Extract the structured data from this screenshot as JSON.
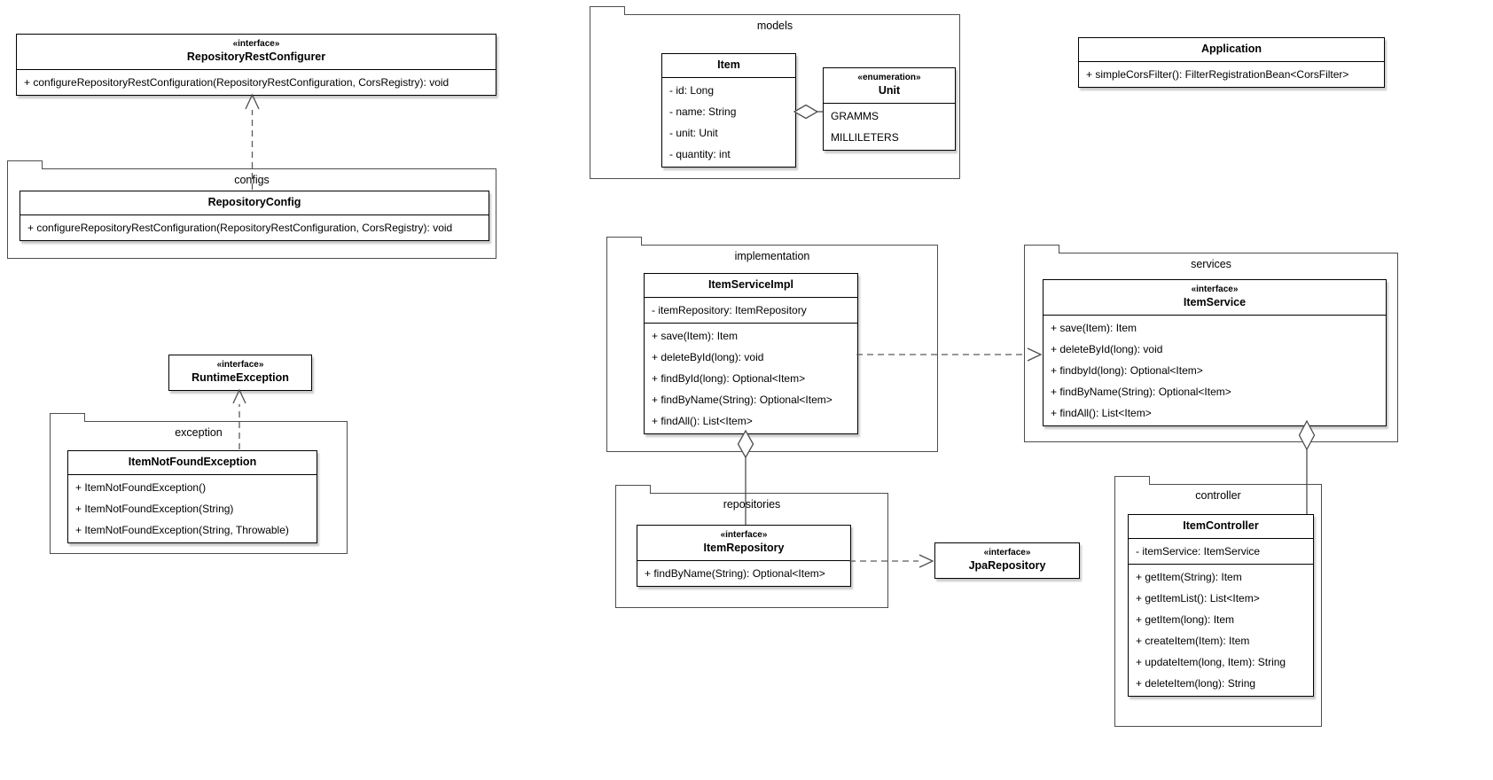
{
  "colors": {
    "background": "#ffffff",
    "class_border": "#000000",
    "package_border": "#4d4d4d",
    "edge": "#5a5a5a"
  },
  "packages": {
    "configs": {
      "label": "configs"
    },
    "exception": {
      "label": "exception"
    },
    "models": {
      "label": "models"
    },
    "implementation": {
      "label": "implementation"
    },
    "services": {
      "label": "services"
    },
    "repositories": {
      "label": "repositories"
    },
    "controller": {
      "label": "controller"
    }
  },
  "classes": {
    "repositoryRestConfigurer": {
      "stereotype": "«interface»",
      "name": "RepositoryRestConfigurer",
      "methods": [
        "+ configureRepositoryRestConfiguration(RepositoryRestConfiguration, CorsRegistry): void"
      ]
    },
    "repositoryConfig": {
      "name": "RepositoryConfig",
      "methods": [
        "+ configureRepositoryRestConfiguration(RepositoryRestConfiguration, CorsRegistry): void"
      ]
    },
    "runtimeException": {
      "stereotype": "«interface»",
      "name": "RuntimeException"
    },
    "itemNotFoundException": {
      "name": "ItemNotFoundException",
      "methods": [
        "+ ItemNotFoundException()",
        "+ ItemNotFoundException(String)",
        "+ ItemNotFoundException(String, Throwable)"
      ]
    },
    "item": {
      "name": "Item",
      "attributes": [
        "- id: Long",
        "- name: String",
        "- unit: Unit",
        "- quantity: int"
      ]
    },
    "unit": {
      "stereotype": "«enumeration»",
      "name": "Unit",
      "values": [
        "GRAMMS",
        "MILLILETERS"
      ]
    },
    "application": {
      "name": "Application",
      "methods": [
        "+ simpleCorsFilter(): FilterRegistrationBean<CorsFilter>"
      ]
    },
    "itemServiceImpl": {
      "name": "ItemServiceImpl",
      "attributes": [
        "- itemRepository: ItemRepository"
      ],
      "methods": [
        "+ save(Item): Item",
        "+ deleteById(long): void",
        "+ findById(long): Optional<Item>",
        "+ findByName(String): Optional<Item>",
        "+ findAll(): List<Item>"
      ]
    },
    "itemService": {
      "stereotype": "«interface»",
      "name": "ItemService",
      "methods": [
        "+ save(Item): Item",
        "+ deleteById(long): void",
        "+ findbyId(long): Optional<Item>",
        "+ findByName(String): Optional<Item>",
        "+ findAll(): List<Item>"
      ]
    },
    "itemRepository": {
      "stereotype": "«interface»",
      "name": "ItemRepository",
      "methods": [
        "+ findByName(String): Optional<Item>"
      ]
    },
    "jpaRepository": {
      "stereotype": "«interface»",
      "name": "JpaRepository"
    },
    "itemController": {
      "name": "ItemController",
      "attributes": [
        "- itemService: ItemService"
      ],
      "methods": [
        "+ getItem(String): Item",
        "+ getItemList(): List<Item>",
        "+ getItem(long): Item",
        "+ createItem(Item): Item",
        "+ updateItem(long, Item): String",
        "+ deleteItem(long): String"
      ]
    }
  },
  "relationships": [
    {
      "from": "RepositoryConfig",
      "to": "RepositoryRestConfigurer",
      "type": "dashed-realization-arrow"
    },
    {
      "from": "ItemNotFoundException",
      "to": "RuntimeException",
      "type": "dashed-realization-arrow"
    },
    {
      "from": "Item",
      "to": "Unit",
      "type": "aggregation"
    },
    {
      "from": "ItemServiceImpl",
      "to": "ItemService",
      "type": "dashed-realization-arrow"
    },
    {
      "from": "ItemServiceImpl",
      "to": "ItemRepository",
      "type": "aggregation"
    },
    {
      "from": "ItemRepository",
      "to": "JpaRepository",
      "type": "dashed-realization-arrow"
    },
    {
      "from": "ItemService",
      "to": "ItemController",
      "type": "aggregation"
    }
  ]
}
